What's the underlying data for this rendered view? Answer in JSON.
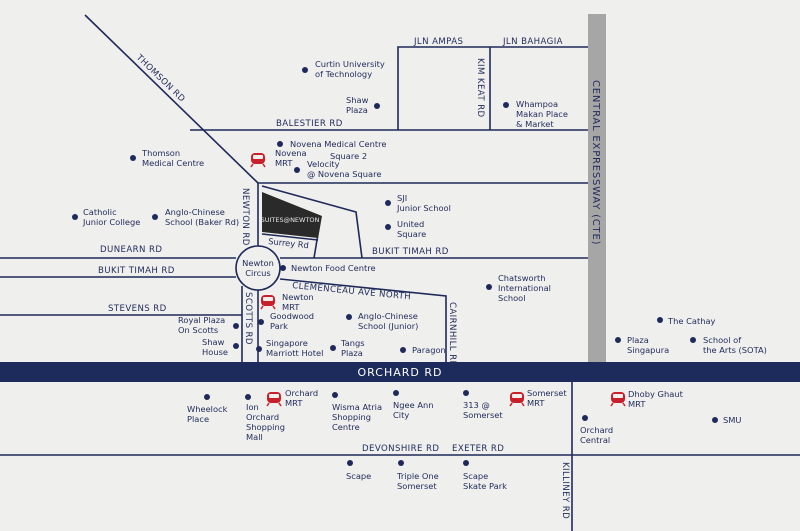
{
  "colors": {
    "road": "#1f2a5a",
    "orchard_band": "#1c2a5c",
    "cte_band": "#a6a6a6",
    "mrt": "#c8202a",
    "background": "#efefed"
  },
  "project": {
    "logo": "SUITES@NEWTON"
  },
  "roads": {
    "thomson": "THOMSON RD",
    "jln_ampas": "JLN AMPAS",
    "jln_bahagia": "JLN BAHAGIA",
    "kim_keat": "KIM KEAT RD",
    "balestier": "BALESTIER RD",
    "newton": "NEWTON RD",
    "dunearn": "DUNEARN RD",
    "bukit_timah_left": "BUKIT TIMAH RD",
    "bukit_timah_right": "BUKIT TIMAH RD",
    "clemenceau": "CLEMENCEAU AVE NORTH",
    "stevens": "STEVENS RD",
    "scotts": "SCOTTS RD",
    "cairnhill": "CAIRNHILL RD",
    "cte": "CENTRAL EXPRESSWAY (CTE)",
    "orchard": "ORCHARD RD",
    "devonshire": "DEVONSHIRE RD",
    "exeter": "EXETER RD",
    "killiney": "KILLINEY RD",
    "surrey": "Surrey Rd",
    "newton_circus": [
      "Newton",
      "Circus"
    ]
  },
  "pois": {
    "curtin": [
      "Curtin University",
      "of Technology"
    ],
    "shaw_plaza": [
      "Shaw",
      "Plaza"
    ],
    "whampoa": [
      "Whampoa",
      "Makan Place",
      "& Market"
    ],
    "novena_medical": [
      "Novena Medical Centre"
    ],
    "thomson_medical": [
      "Thomson",
      "Medical Centre"
    ],
    "novena_mrt": [
      "Novena",
      "MRT"
    ],
    "square2": [
      "Square 2"
    ],
    "velocity": [
      "Velocity",
      "@ Novena Square"
    ],
    "catholic_jc": [
      "Catholic",
      "Junior College"
    ],
    "acs_baker": [
      "Anglo-Chinese",
      "School (Baker Rd)"
    ],
    "sji": [
      "SJI",
      "Junior School"
    ],
    "united_square": [
      "United",
      "Square"
    ],
    "newton_food": [
      "Newton Food Centre"
    ],
    "chatsworth": [
      "Chatsworth",
      "International",
      "School"
    ],
    "newton_mrt": [
      "Newton",
      "MRT"
    ],
    "goodwood": [
      "Goodwood",
      "Park"
    ],
    "acs_junior": [
      "Anglo-Chinese",
      "School (Junior)"
    ],
    "royal_plaza": [
      "Royal Plaza",
      "On Scotts"
    ],
    "shaw_house": [
      "Shaw",
      "House"
    ],
    "marriott": [
      "Singapore",
      "Marriott Hotel"
    ],
    "tangs": [
      "Tangs",
      "Plaza"
    ],
    "paragon": [
      "Paragon"
    ],
    "cathay": [
      "The Cathay"
    ],
    "plaza_sing": [
      "Plaza",
      "Singapura"
    ],
    "sota": [
      "School of",
      "the Arts (SOTA)"
    ],
    "wheelock": [
      "Wheelock",
      "Place"
    ],
    "ion": [
      "Ion",
      "Orchard",
      "Shopping",
      "Mall"
    ],
    "orchard_mrt": [
      "Orchard",
      "MRT"
    ],
    "wisma": [
      "Wisma Atria",
      "Shopping",
      "Centre"
    ],
    "ngee_ann": [
      "Ngee Ann",
      "City"
    ],
    "s313": [
      "313 @",
      "Somerset"
    ],
    "somerset_mrt": [
      "Somerset",
      "MRT"
    ],
    "dhoby_mrt": [
      "Dhoby Ghaut",
      "MRT"
    ],
    "orchard_central": [
      "Orchard",
      "Central"
    ],
    "smu": [
      "SMU"
    ],
    "scape": [
      "Scape"
    ],
    "triple_one": [
      "Triple One",
      "Somerset"
    ],
    "scape_skate": [
      "Scape",
      "Skate Park"
    ]
  }
}
